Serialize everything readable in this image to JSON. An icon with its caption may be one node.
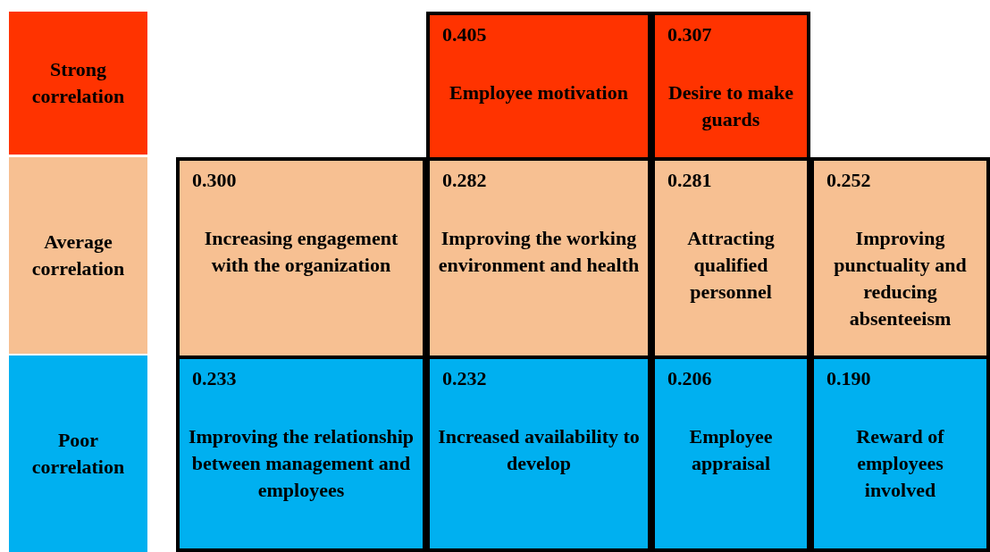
{
  "diagram": {
    "nodes": [
      {
        "text": [
          "Strong correlation"
        ]
      },
      {
        "text": [
          "Average correlation"
        ]
      },
      {
        "text": [
          "Poor correlation"
        ]
      },
      {
        "text": [
          "0.405",
          "Employee motivation"
        ]
      },
      {
        "text": [
          "0.307",
          "Desire to make guards"
        ]
      },
      {
        "text": [
          "0.300",
          "Increasing engagement with the organization"
        ]
      },
      {
        "text": [
          "0.282",
          "Improving the working environment and health"
        ]
      },
      {
        "text": [
          "0.281",
          "Attracting qualified personnel"
        ]
      },
      {
        "text": [
          "0.252",
          "Improving punctuality and reducing absenteeism"
        ]
      },
      {
        "text": [
          "0.233",
          "Improving the relationship between management and employees"
        ]
      },
      {
        "text": [
          "0.232",
          "Increased availability to develop"
        ]
      },
      {
        "text": [
          "0.206",
          "Employee appraisal"
        ]
      },
      {
        "text": [
          "0.190",
          "Reward of employees involved"
        ]
      }
    ]
  }
}
